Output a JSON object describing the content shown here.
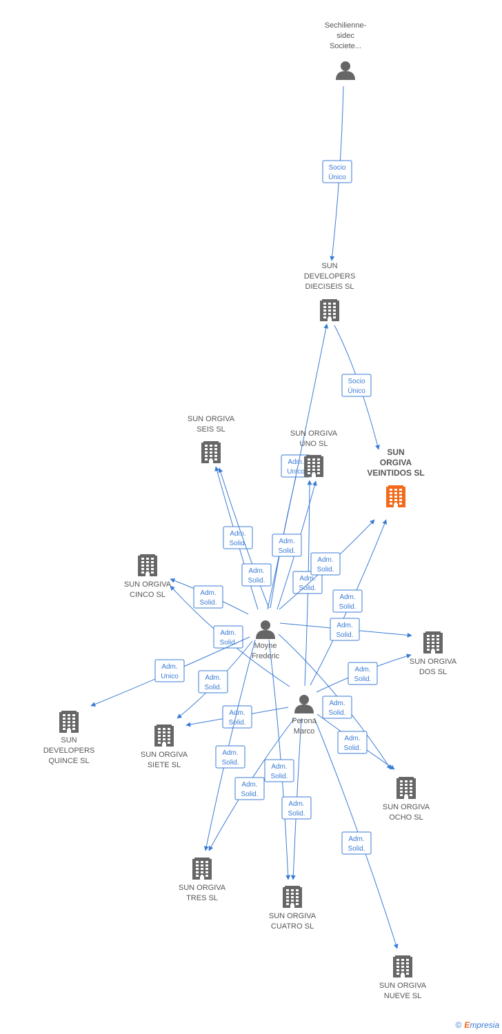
{
  "colors": {
    "edge": "#3a7bd5",
    "company": "#666666",
    "person": "#666666",
    "focus_company": "#f26a1b"
  },
  "nodes": [
    {
      "id": "sechilienne",
      "type": "person",
      "icon": "person-icon",
      "label": [
        "Sechilienne-",
        "sidec",
        "Societe..."
      ]
    },
    {
      "id": "dieciseis",
      "type": "company",
      "icon": "building-icon",
      "label": [
        "SUN",
        "DEVELOPERS",
        "DIECISEIS SL"
      ]
    },
    {
      "id": "veintidos",
      "type": "company",
      "focus": true,
      "icon": "building-icon",
      "label": [
        "SUN",
        "ORGIVA",
        "VEINTIDOS SL"
      ]
    },
    {
      "id": "uno",
      "type": "company",
      "icon": "building-icon",
      "label": [
        "SUN ORGIVA",
        "UNO SL"
      ]
    },
    {
      "id": "seis",
      "type": "company",
      "icon": "building-icon",
      "label": [
        "SUN ORGIVA",
        "SEIS SL"
      ]
    },
    {
      "id": "cinco",
      "type": "company",
      "icon": "building-icon",
      "label": [
        "SUN ORGIVA",
        "CINCO SL"
      ]
    },
    {
      "id": "moyne",
      "type": "person",
      "icon": "person-icon",
      "label": [
        "Moyne",
        "Frederic"
      ]
    },
    {
      "id": "dos",
      "type": "company",
      "icon": "building-icon",
      "label": [
        "SUN ORGIVA",
        "DOS SL"
      ]
    },
    {
      "id": "perona",
      "type": "person",
      "icon": "person-icon",
      "label": [
        "Perona",
        "Marco"
      ]
    },
    {
      "id": "quince",
      "type": "company",
      "icon": "building-icon",
      "label": [
        "SUN",
        "DEVELOPERS",
        "QUINCE SL"
      ]
    },
    {
      "id": "siete",
      "type": "company",
      "icon": "building-icon",
      "label": [
        "SUN ORGIVA",
        "SIETE SL"
      ]
    },
    {
      "id": "ocho",
      "type": "company",
      "icon": "building-icon",
      "label": [
        "SUN ORGIVA",
        "OCHO SL"
      ]
    },
    {
      "id": "tres",
      "type": "company",
      "icon": "building-icon",
      "label": [
        "SUN ORGIVA",
        "TRES SL"
      ]
    },
    {
      "id": "cuatro",
      "type": "company",
      "icon": "building-icon",
      "label": [
        "SUN ORGIVA",
        "CUATRO SL"
      ]
    },
    {
      "id": "nueve",
      "type": "company",
      "icon": "building-icon",
      "label": [
        "SUN ORGIVA",
        "NUEVE SL"
      ]
    }
  ],
  "edges": [
    {
      "from": "sechilienne",
      "to": "dieciseis",
      "label": [
        "Socio",
        "Único"
      ]
    },
    {
      "from": "dieciseis",
      "to": "veintidos",
      "label": [
        "Socio",
        "Único"
      ]
    },
    {
      "from": "moyne",
      "to": "uno",
      "label": [
        "Adm.",
        "Unico"
      ]
    },
    {
      "from": "moyne",
      "to": "dieciseis",
      "label": []
    },
    {
      "from": "moyne",
      "to": "seis",
      "label": [
        "Adm.",
        "Solid."
      ]
    },
    {
      "from": "perona",
      "to": "seis",
      "label": [
        "Adm.",
        "Solid."
      ]
    },
    {
      "from": "moyne",
      "to": "uno",
      "label": [
        "Adm.",
        "Solid."
      ]
    },
    {
      "from": "perona",
      "to": "uno",
      "label": [
        "Adm.",
        "Solid."
      ]
    },
    {
      "from": "moyne",
      "to": "veintidos",
      "label": [
        "Adm.",
        "Solid."
      ]
    },
    {
      "from": "perona",
      "to": "veintidos",
      "label": [
        "Adm.",
        "Solid."
      ]
    },
    {
      "from": "moyne",
      "to": "cinco",
      "label": [
        "Adm.",
        "Solid."
      ]
    },
    {
      "from": "perona",
      "to": "cinco",
      "label": [
        "Adm.",
        "Solid."
      ]
    },
    {
      "from": "moyne",
      "to": "dos",
      "label": [
        "Adm.",
        "Solid."
      ]
    },
    {
      "from": "perona",
      "to": "dos",
      "label": [
        "Adm.",
        "Solid."
      ]
    },
    {
      "from": "moyne",
      "to": "quince",
      "label": [
        "Adm.",
        "Unico"
      ]
    },
    {
      "from": "moyne",
      "to": "siete",
      "label": [
        "Adm.",
        "Solid."
      ]
    },
    {
      "from": "perona",
      "to": "siete",
      "label": [
        "Adm.",
        "Solid."
      ]
    },
    {
      "from": "moyne",
      "to": "ocho",
      "label": [
        "Adm.",
        "Solid."
      ]
    },
    {
      "from": "perona",
      "to": "ocho",
      "label": [
        "Adm.",
        "Solid."
      ]
    },
    {
      "from": "moyne",
      "to": "tres",
      "label": [
        "Adm.",
        "Solid."
      ]
    },
    {
      "from": "perona",
      "to": "tres",
      "label": [
        "Adm.",
        "Solid."
      ]
    },
    {
      "from": "moyne",
      "to": "cuatro",
      "label": [
        "Adm.",
        "Solid."
      ]
    },
    {
      "from": "perona",
      "to": "cuatro",
      "label": [
        "Adm.",
        "Solid."
      ]
    },
    {
      "from": "perona",
      "to": "nueve",
      "label": [
        "Adm.",
        "Solid."
      ]
    }
  ],
  "footer": {
    "copyright": "©",
    "brand_first": "E",
    "brand_rest": "mpresia"
  }
}
